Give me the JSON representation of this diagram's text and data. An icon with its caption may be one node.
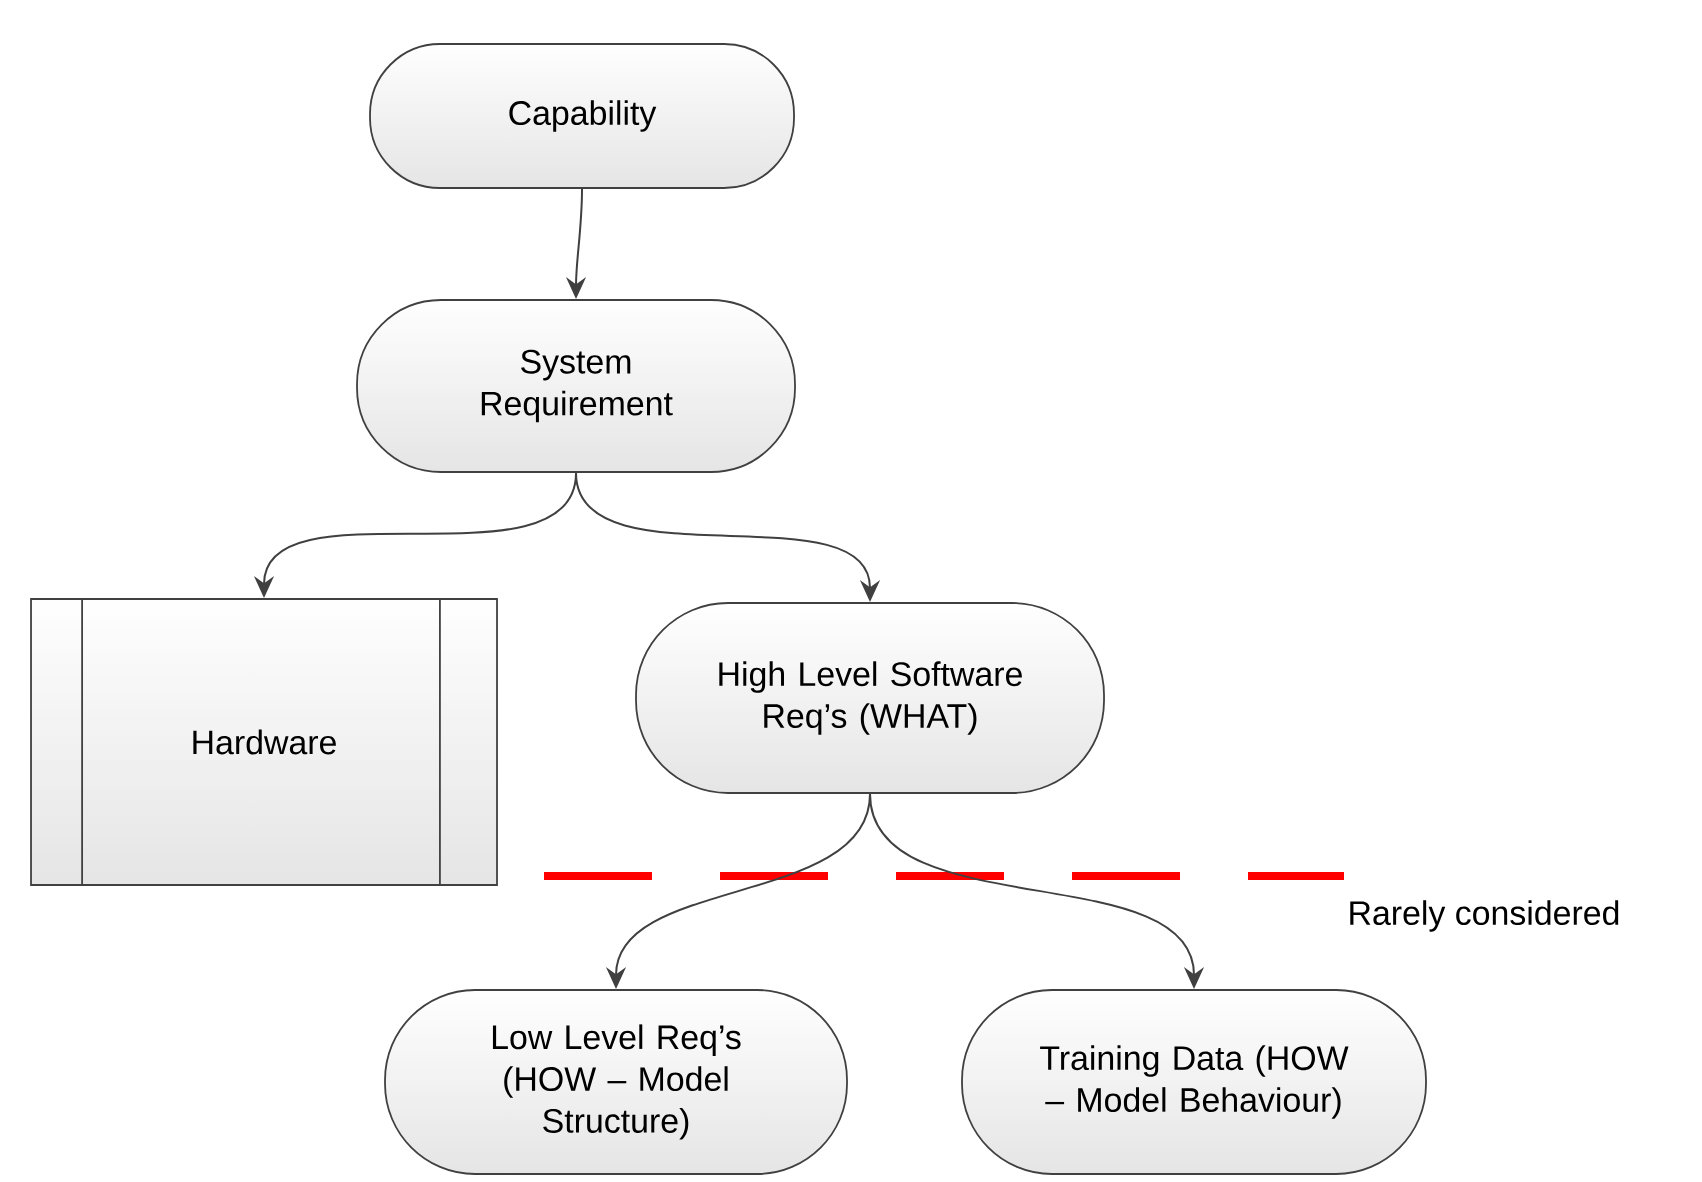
{
  "diagram": {
    "nodes": [
      {
        "text": [
          "Capability"
        ]
      },
      {
        "text": [
          "System Requirement"
        ]
      },
      {
        "text": [
          "Hardware"
        ]
      },
      {
        "text": [
          "High Level Software Req’s (WHAT)"
        ]
      },
      {
        "text": [
          "Low Level Req’s (HOW – Model Structure)"
        ]
      },
      {
        "text": [
          "Training Data (HOW – Model Behaviour)"
        ]
      }
    ],
    "edges": [
      {
        "from": 0,
        "to": 1,
        "arrow": "to"
      },
      {
        "from": 1,
        "to": 2,
        "arrow": "to"
      },
      {
        "from": 1,
        "to": 3,
        "arrow": "to"
      },
      {
        "from": 3,
        "to": 4,
        "arrow": "to"
      },
      {
        "from": 3,
        "to": 5,
        "arrow": "to"
      }
    ],
    "labels": [
      "Rarely considered"
    ]
  }
}
